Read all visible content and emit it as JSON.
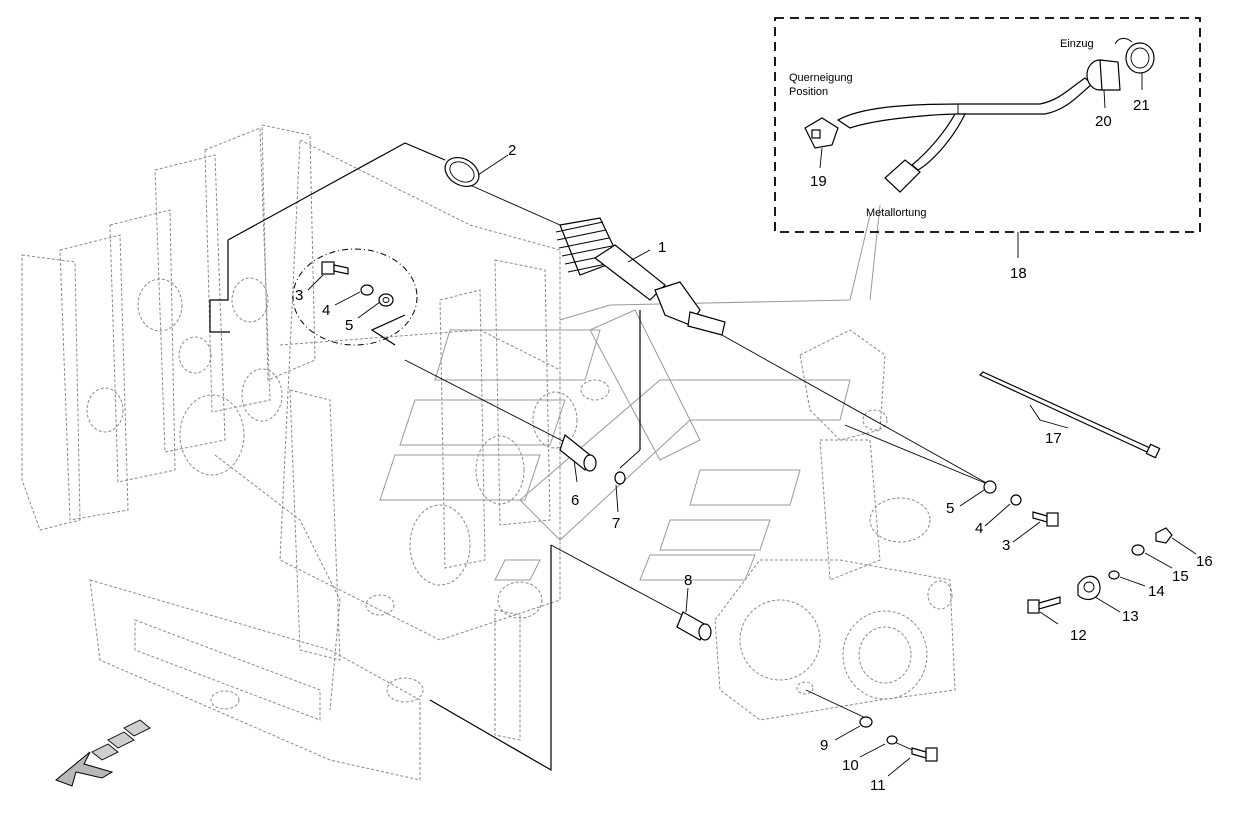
{
  "callouts": {
    "c1": "1",
    "c2": "2",
    "c3a": "3",
    "c4a": "4",
    "c5a": "5",
    "c6": "6",
    "c7": "7",
    "c8": "8",
    "c9": "9",
    "c10": "10",
    "c11": "11",
    "c12": "12",
    "c13": "13",
    "c14": "14",
    "c15": "15",
    "c16": "16",
    "c17": "17",
    "c18": "18",
    "c19": "19",
    "c20": "20",
    "c21": "21",
    "c5b": "5",
    "c4b": "4",
    "c3b": "3"
  },
  "inset": {
    "label_querneigung_line1": "Querneigung",
    "label_querneigung_line2": "Position",
    "label_einzug": "Einzug",
    "label_metallortung": "Metallortung"
  }
}
